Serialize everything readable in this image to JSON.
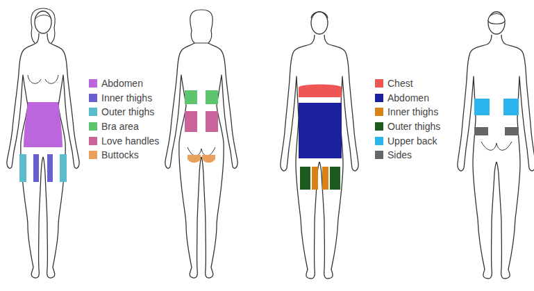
{
  "diagram": {
    "legend": [
      {
        "text": "Abdomen",
        "color": "#bb66dd"
      },
      {
        "text": "Inner thighs",
        "color": "#6a5fcf"
      },
      {
        "text": "Outer thighs",
        "color": "#5bbccc"
      },
      {
        "text": "Bra area",
        "color": "#5ec46e"
      },
      {
        "text": "Love handles",
        "color": "#c9649a"
      },
      {
        "text": "Buttocks",
        "color": "#e8a05a"
      },
      {
        "text": "Chest",
        "color": "#ee5555"
      },
      {
        "text": "Abdomen",
        "color": "#1c1f9e"
      },
      {
        "text": "Inner thighs",
        "color": "#d98218"
      },
      {
        "text": "Outer thighs",
        "color": "#1e5a1e"
      },
      {
        "text": "Upper back",
        "color": "#2bb5ec"
      },
      {
        "text": "Sides",
        "color": "#666666"
      }
    ]
  }
}
